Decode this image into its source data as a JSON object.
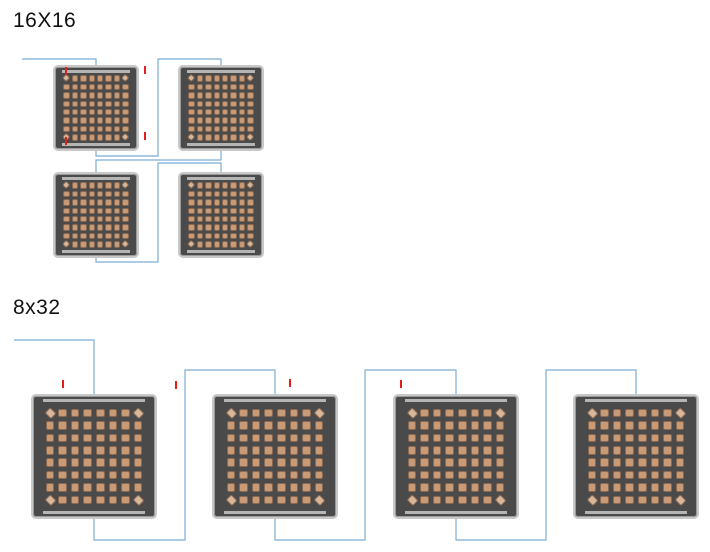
{
  "sections": [
    {
      "id": "square",
      "title": "16X16",
      "layout": "2x2"
    },
    {
      "id": "wide",
      "title": "8x32",
      "layout": "1x4"
    }
  ],
  "panel": {
    "rows": 8,
    "cols": 8
  },
  "colors": {
    "wire": "#7aaed6",
    "mark": "#e0201c",
    "panel": "#4a4a4a",
    "led": "#c89a76"
  }
}
